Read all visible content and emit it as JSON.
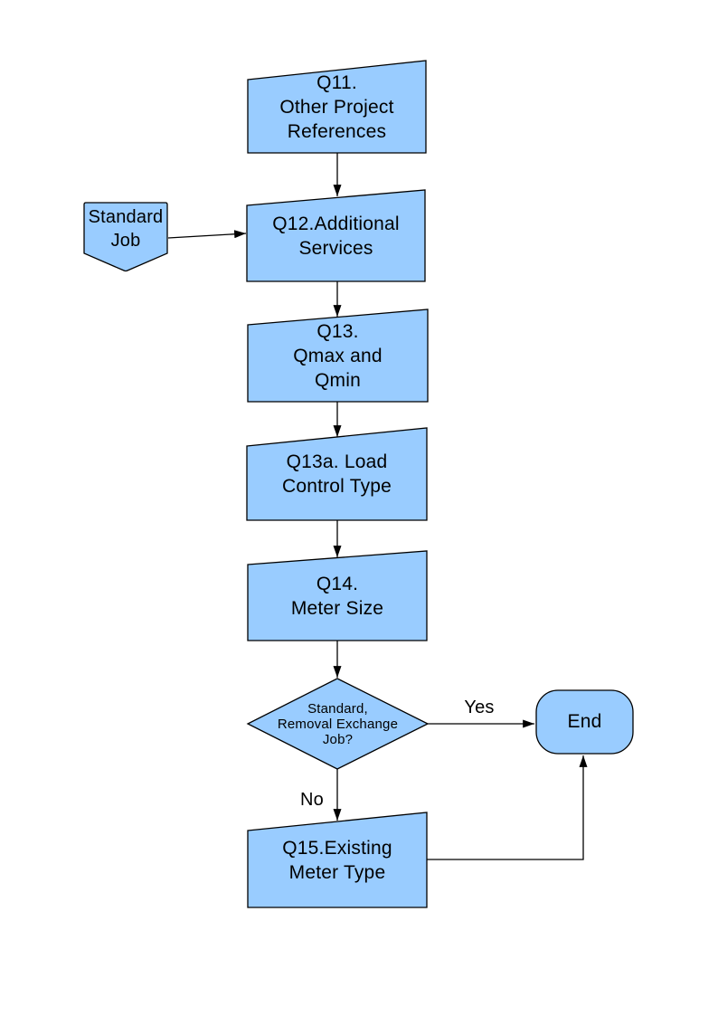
{
  "colors": {
    "background": "#FFFFFF",
    "node_fill": "#99CCFF",
    "node_border": "#000000",
    "connector": "#000000",
    "text": "#000000"
  },
  "nodes": {
    "q11": {
      "type": "step",
      "text": "Q11.\nOther Project\nReferences"
    },
    "standard_job": {
      "type": "off-page-connector",
      "text": "Standard\nJob"
    },
    "q12": {
      "type": "step",
      "text": "Q12.Additional\nServices"
    },
    "q13": {
      "type": "step",
      "text": "Q13.\nQmax and\nQmin"
    },
    "q13a": {
      "type": "step",
      "text": "Q13a. Load\nControl Type"
    },
    "q14": {
      "type": "step",
      "text": "Q14.\nMeter Size"
    },
    "decision": {
      "type": "decision",
      "text": "Standard,\nRemoval Exchange\nJob?"
    },
    "end": {
      "type": "terminator",
      "text": "End"
    },
    "q15": {
      "type": "step",
      "text": "Q15.Existing\nMeter Type"
    }
  },
  "edge_labels": {
    "yes": "Yes",
    "no": "No"
  }
}
